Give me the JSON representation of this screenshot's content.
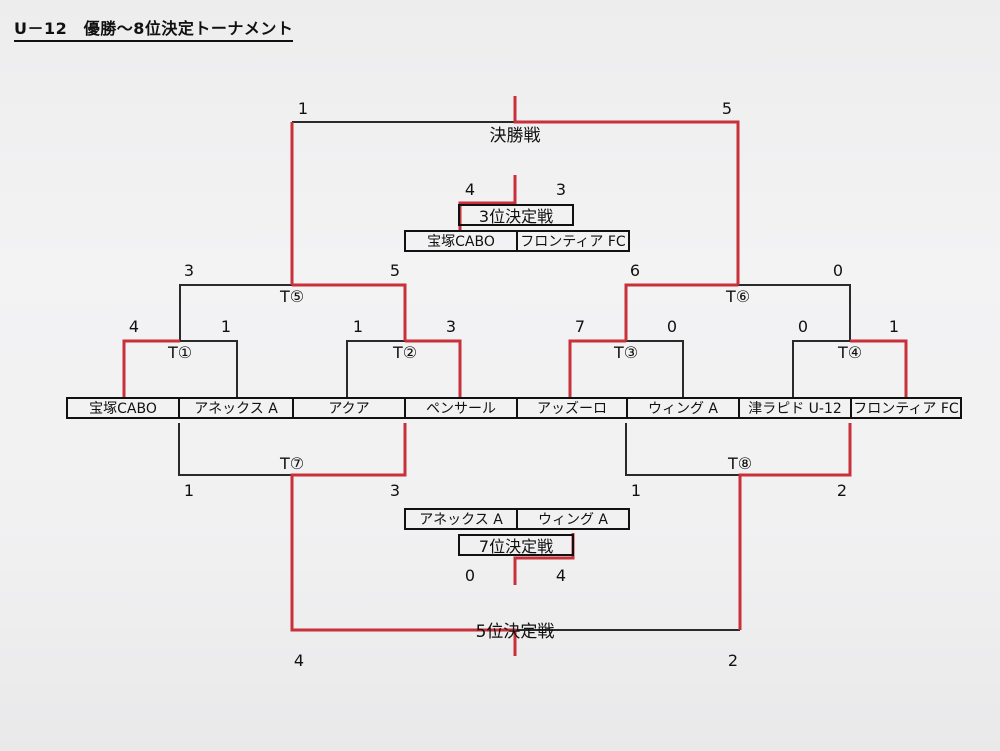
{
  "title": "U－12　優勝～8位決定トーナメント",
  "teams": [
    "宝塚CABO",
    "アネックス A",
    "アクア",
    "ペンサール",
    "アッズーロ",
    "ウィング A",
    "津ラピド U-12",
    "フロンティア FC"
  ],
  "matches": {
    "t1": {
      "label": "T①",
      "scores": [
        "4",
        "1"
      ]
    },
    "t2": {
      "label": "T②",
      "scores": [
        "1",
        "3"
      ]
    },
    "t3": {
      "label": "T③",
      "scores": [
        "7",
        "0"
      ]
    },
    "t4": {
      "label": "T④",
      "scores": [
        "0",
        "1"
      ]
    },
    "t5": {
      "label": "T⑤",
      "scores": [
        "3",
        "5"
      ]
    },
    "t6": {
      "label": "T⑥",
      "scores": [
        "6",
        "0"
      ]
    },
    "t7": {
      "label": "T⑦",
      "scores": [
        "1",
        "3"
      ]
    },
    "t8": {
      "label": "T⑧",
      "scores": [
        "1",
        "2"
      ]
    }
  },
  "final": {
    "label": "決勝戦",
    "scores": [
      "1",
      "5"
    ]
  },
  "third_place": {
    "label": "3位決定戦",
    "scores": [
      "4",
      "3"
    ],
    "teams": [
      "宝塚CABO",
      "フロンティア FC"
    ]
  },
  "fifth_place": {
    "label": "5位決定戦",
    "scores": [
      "4",
      "2"
    ]
  },
  "seventh_place": {
    "label": "7位決定戦",
    "scores": [
      "0",
      "4"
    ],
    "teams": [
      "アネックス A",
      "ウィング A"
    ]
  },
  "colors": {
    "winner_line": "#c8303a",
    "line": "#2a2a2a"
  }
}
